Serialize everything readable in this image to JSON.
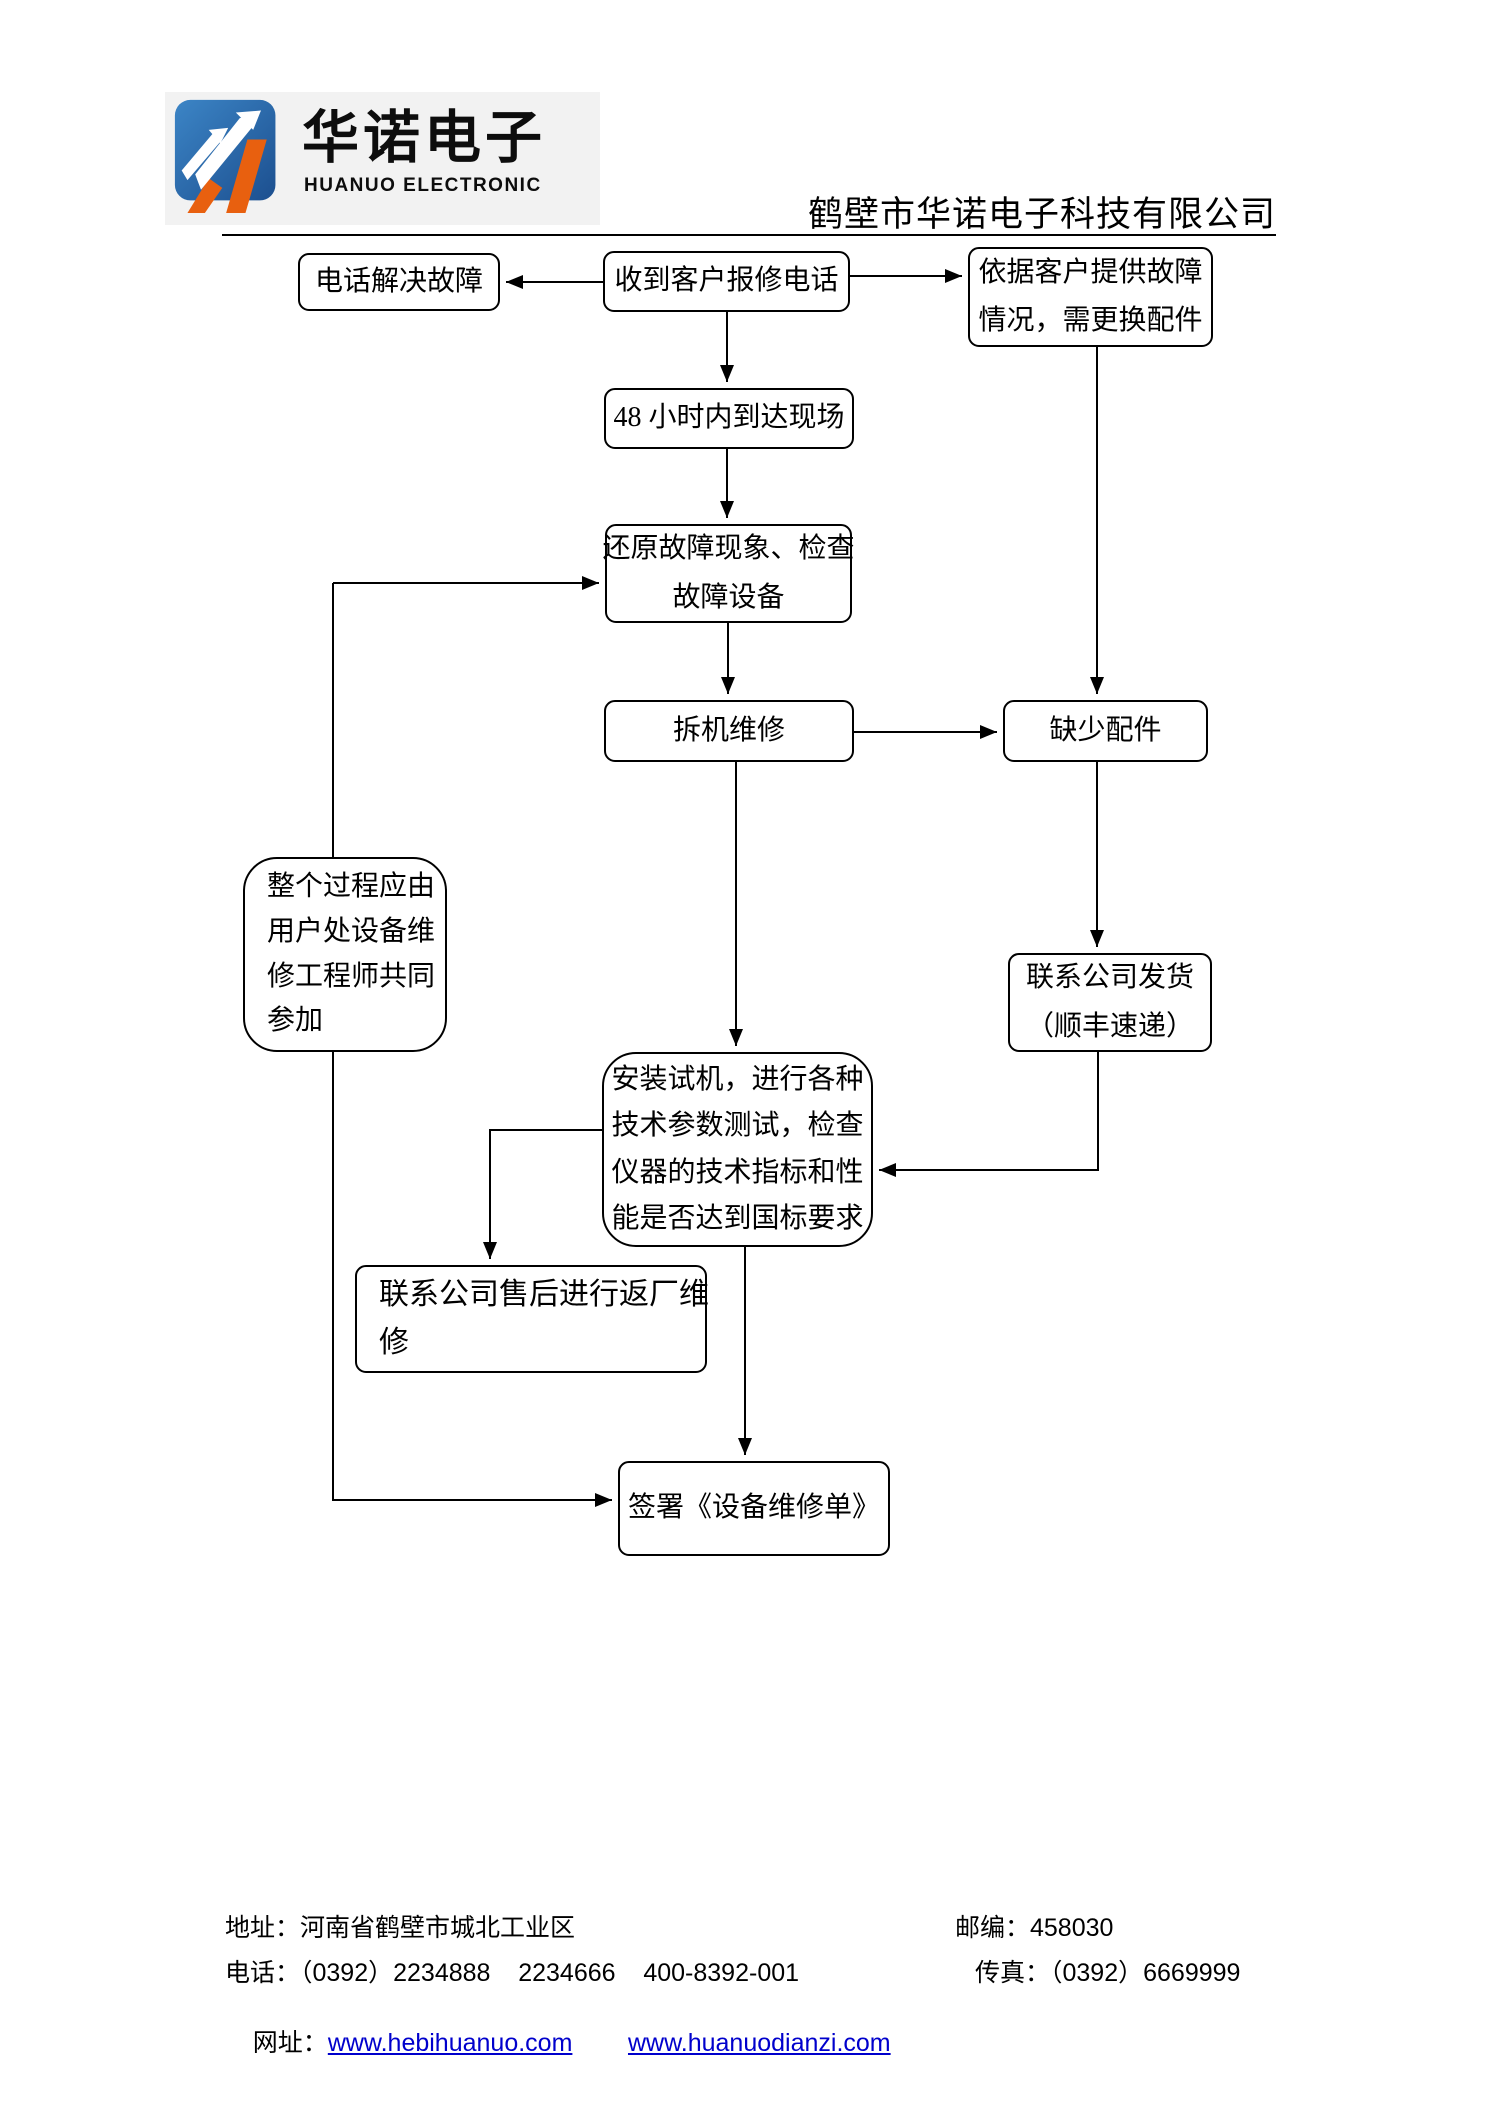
{
  "header": {
    "logo_cn": "华诺电子",
    "logo_en": "HUANUO ELECTRONIC",
    "company_title": "鹤壁市华诺电子科技有限公司",
    "logo_blue": "#2a6cb3",
    "logo_orange": "#e8600f"
  },
  "flowchart": {
    "nodes": {
      "phone_solve": {
        "label": "电话解决故障"
      },
      "receive_call": {
        "label": "收到客户报修电话"
      },
      "need_parts": {
        "lines": [
          "依据客户提供故障",
          "情况，需更换配件"
        ]
      },
      "arrive_48h": {
        "label": "48 小时内到达现场"
      },
      "restore_check": {
        "lines": [
          "还原故障现象、检查",
          "故障设备"
        ]
      },
      "disassemble_repair": {
        "label": "拆机维修"
      },
      "missing_parts": {
        "label": "缺少配件"
      },
      "whole_process_note": {
        "lines": [
          "整个过程应由",
          "用户处设备维",
          "修工程师共同",
          "参加"
        ]
      },
      "ship_parts": {
        "lines": [
          "联系公司发货",
          "（顺丰速递）"
        ]
      },
      "install_test": {
        "lines": [
          "安装试机，进行各种",
          "技术参数测试，检查",
          "仪器的技术指标和性",
          "能是否达到国标要求"
        ]
      },
      "return_factory": {
        "lines": [
          "联系公司售后进行返厂维",
          "修"
        ]
      },
      "sign_form": {
        "label": "签署《设备维修单》"
      }
    }
  },
  "footer": {
    "address": "地址：河南省鹤壁市城北工业区",
    "postcode": "邮编：458030",
    "phone": "电话：（0392）2234888    2234666    400-8392-001",
    "fax": "传真：（0392）6669999",
    "website_label": "网址：",
    "website1": "www.hebihuanuo.com",
    "website2": "www.huanuodianzi.com",
    "link_color": "#0000cc"
  }
}
